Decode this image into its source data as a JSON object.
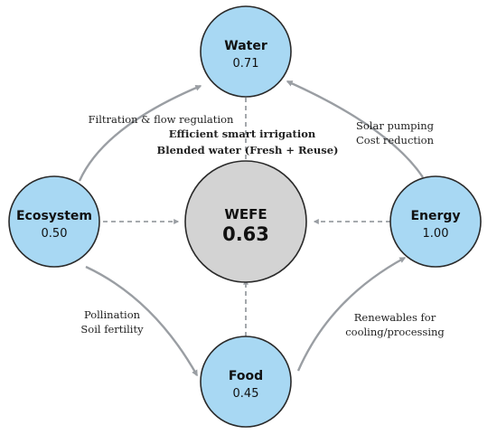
{
  "nodes": {
    "water": {
      "name": "Water",
      "value": "0.71"
    },
    "ecosystem": {
      "name": "Ecosystem",
      "value": "0.50"
    },
    "energy": {
      "name": "Energy",
      "value": "1.00"
    },
    "food": {
      "name": "Food",
      "value": "0.45"
    },
    "hub": {
      "name": "WEFE",
      "value": "0.63"
    }
  },
  "edges": {
    "ecosystem_to_water": "Filtration & flow regulation",
    "energy_to_water": [
      "Solar pumping",
      "Cost reduction"
    ],
    "water_to_hub": [
      "Efficient smart irrigation",
      "Blended water (Fresh + Reuse)"
    ],
    "ecosystem_to_food": [
      "Pollination",
      "Soil fertility"
    ],
    "food_to_energy": [
      "Renewables for",
      "cooling/processing"
    ]
  },
  "colors": {
    "node_fill": "#a8d8f3",
    "hub_fill": "#d3d3d3",
    "arrow": "#9a9ea3"
  }
}
